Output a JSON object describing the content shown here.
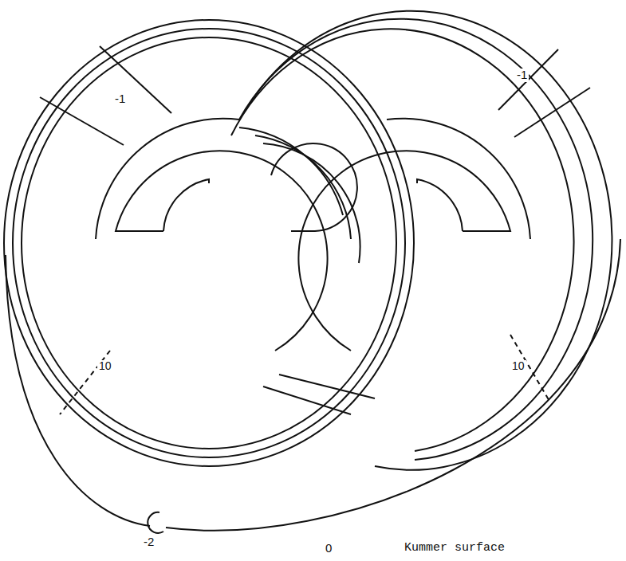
{
  "diagram": {
    "caption": "Kummer surface",
    "labels": [
      "-1",
      "-1",
      "10",
      "10",
      "-2",
      "0"
    ]
  }
}
